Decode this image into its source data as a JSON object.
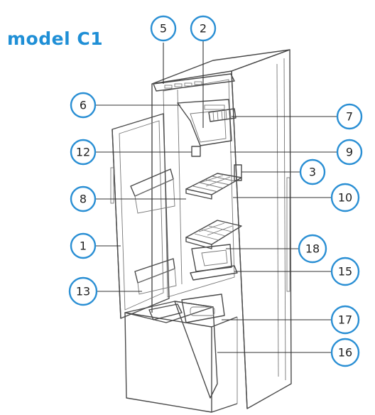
{
  "title": "model C1",
  "colors": {
    "title": "#1f8fd6",
    "callout_border": "#2a8fd4",
    "line_art": "#4a4a4a"
  },
  "callouts": [
    "5",
    "2",
    "6",
    "7",
    "12",
    "9",
    "3",
    "8",
    "10",
    "1",
    "18",
    "15",
    "13",
    "17",
    "16"
  ]
}
